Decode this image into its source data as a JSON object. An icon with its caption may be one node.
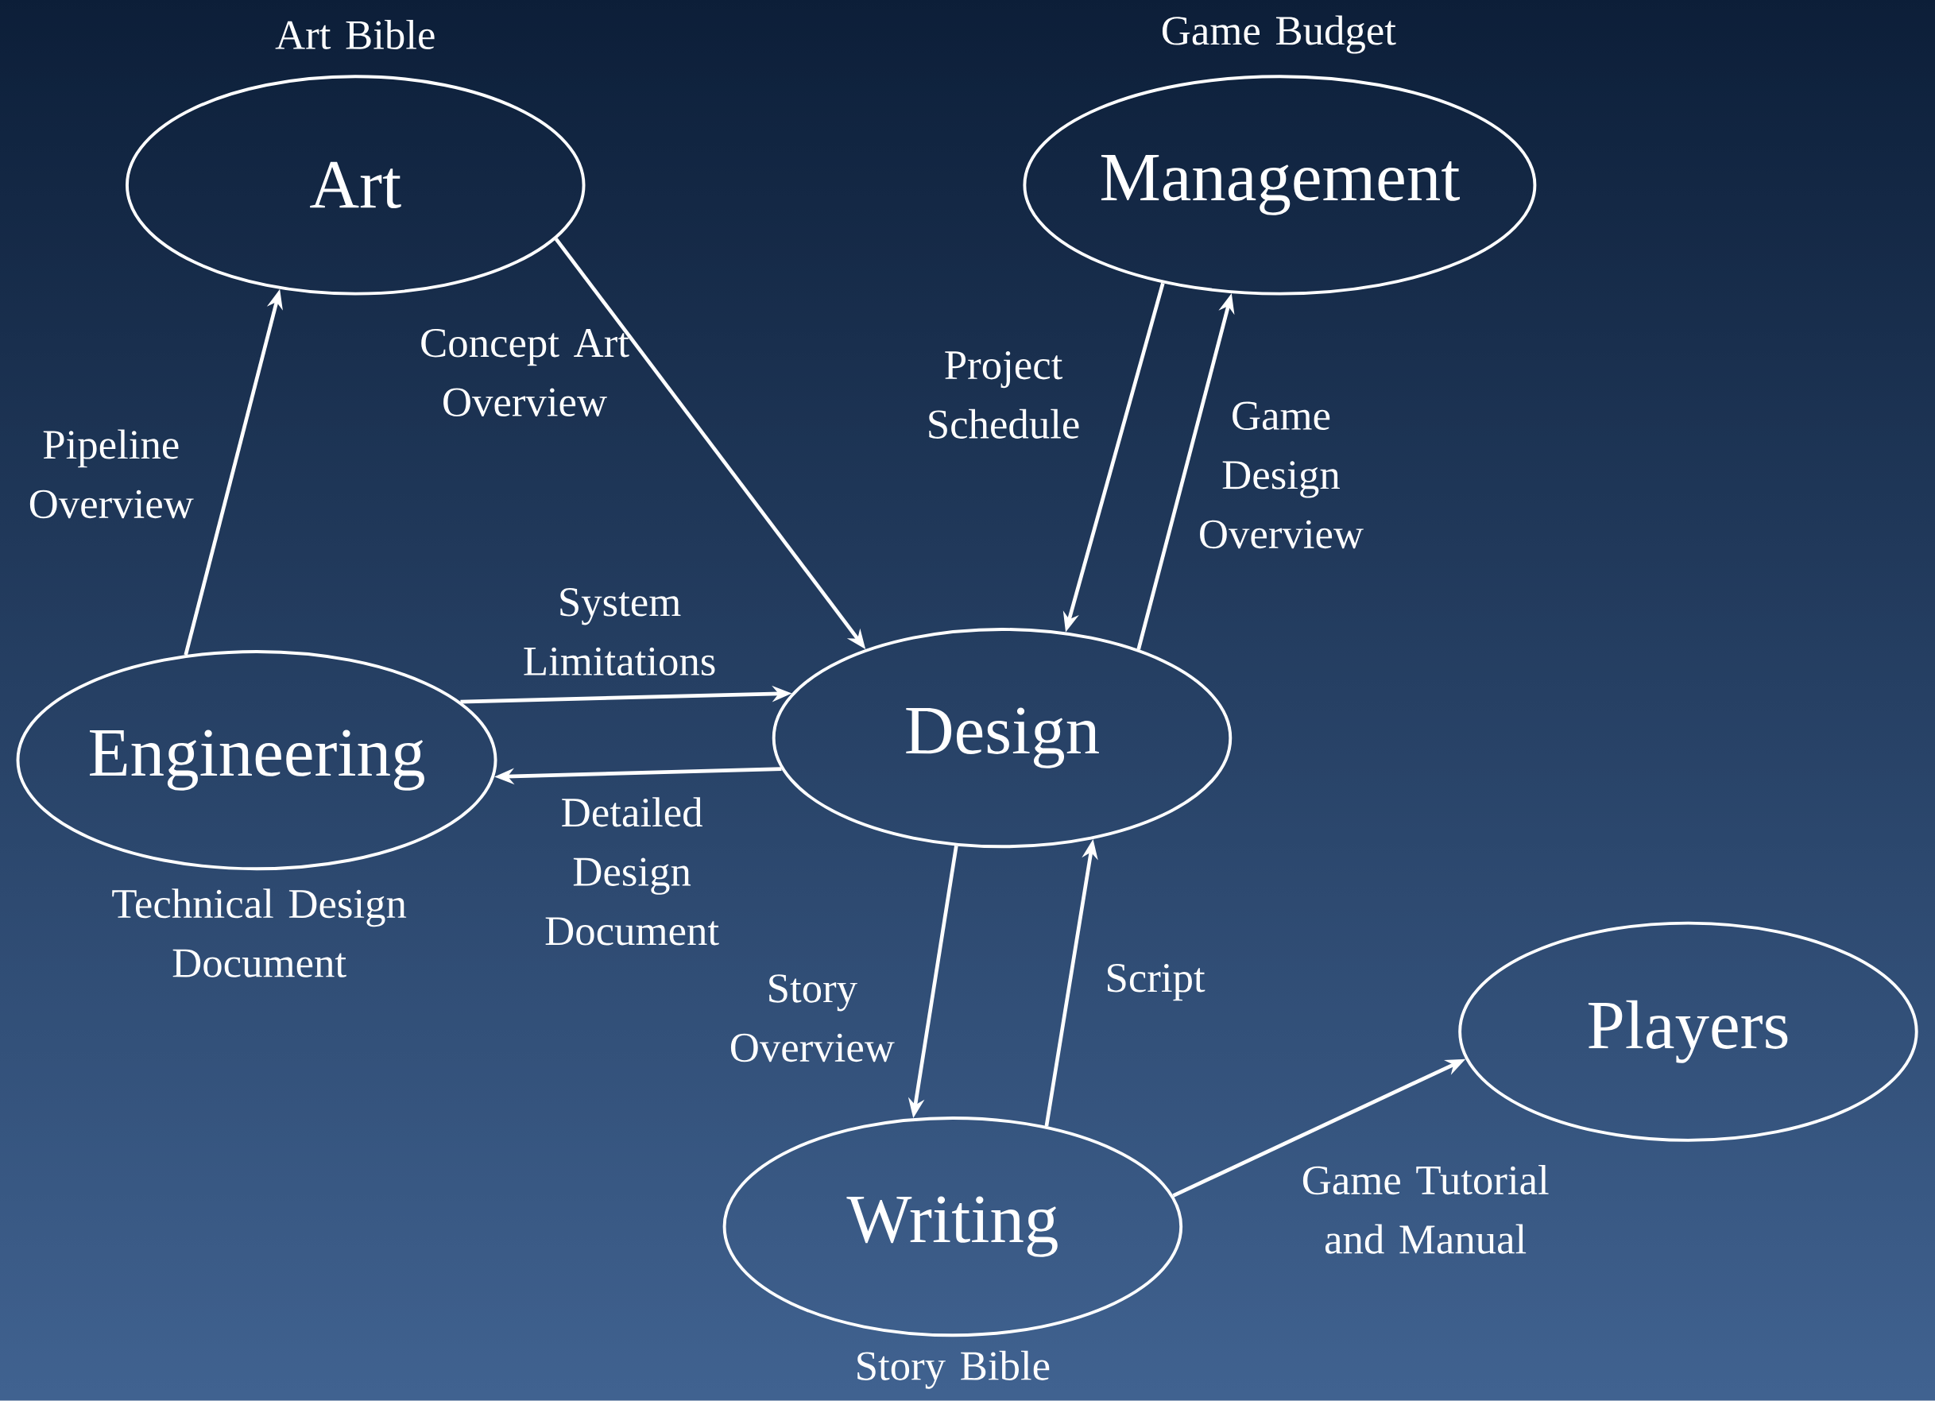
{
  "diagram": {
    "nodes": [
      {
        "text": [
          "Art"
        ],
        "beside": [
          "Art Bible"
        ]
      },
      {
        "text": [
          "Management"
        ],
        "beside": [
          "Game Budget"
        ]
      },
      {
        "text": [
          "Engineering"
        ],
        "beside": [
          "Technical Design Document"
        ]
      },
      {
        "text": [
          "Design"
        ]
      },
      {
        "text": [
          "Players"
        ]
      },
      {
        "text": [
          "Writing"
        ],
        "beside": [
          "Story Bible"
        ]
      }
    ],
    "edges": [
      {
        "from": 2,
        "to": 0,
        "arrow": "to",
        "label": "Pipeline Overview"
      },
      {
        "from": 0,
        "to": 3,
        "arrow": "to",
        "label": "Concept Art Overview"
      },
      {
        "from": 1,
        "to": 3,
        "arrow": "to",
        "label": "Project Schedule"
      },
      {
        "from": 3,
        "to": 1,
        "arrow": "to",
        "label": "Game Design Overview"
      },
      {
        "from": 2,
        "to": 3,
        "arrow": "to",
        "label": "System Limitations"
      },
      {
        "from": 3,
        "to": 2,
        "arrow": "to",
        "label": "Detailed Design Document"
      },
      {
        "from": 3,
        "to": 5,
        "arrow": "to",
        "label": "Story Overview"
      },
      {
        "from": 5,
        "to": 3,
        "arrow": "to",
        "label": "Script"
      },
      {
        "from": 5,
        "to": 4,
        "arrow": "to",
        "label": "Game Tutorial and Manual"
      }
    ]
  }
}
